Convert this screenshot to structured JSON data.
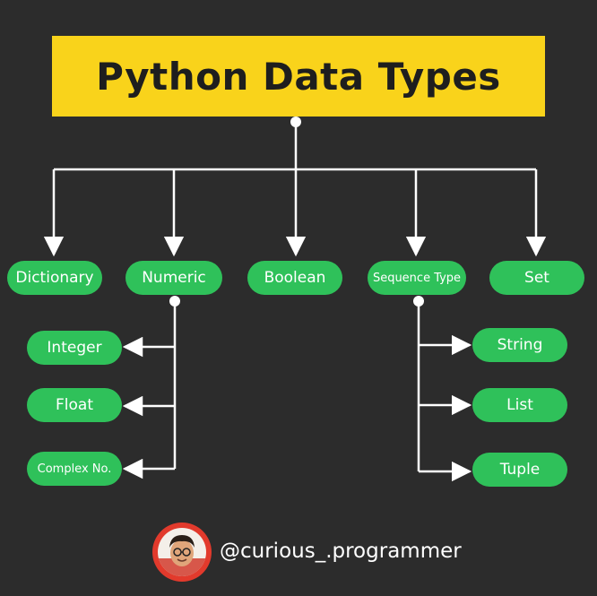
{
  "title": "Python Data Types",
  "categories": {
    "dictionary": "Dictionary",
    "numeric": "Numeric",
    "boolean": "Boolean",
    "sequence": "Sequence Type",
    "set": "Set"
  },
  "numeric_children": {
    "integer": "Integer",
    "float": "Float",
    "complex": "Complex No."
  },
  "sequence_children": {
    "string": "String",
    "list": "List",
    "tuple": "Tuple"
  },
  "footer": {
    "handle": "@curious_.programmer"
  },
  "colors": {
    "background": "#2c2c2c",
    "title_box": "#f9d31b",
    "node": "#2fc15a",
    "lines": "#ffffff",
    "avatar_ring": "#e23a2c"
  }
}
